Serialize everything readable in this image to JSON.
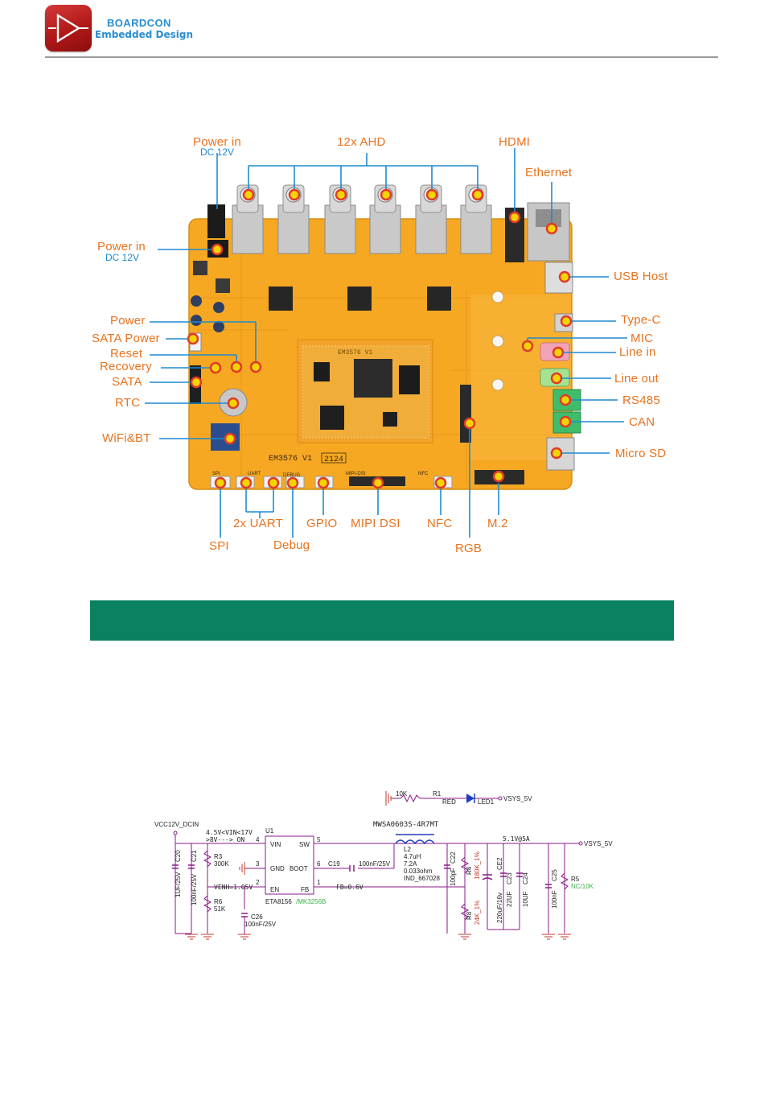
{
  "header": {
    "brand": "BOARDCON",
    "tagline": "Embedded Design",
    "logo_icon": "play-triangle-logo-icon"
  },
  "board": {
    "silkscreen": {
      "model": "EM3576 V1",
      "date": "2124",
      "module": "EM3576 V1",
      "debug": "DEBUG",
      "uart": "UART",
      "spi": "SPI",
      "mipi": "MIPI-DSI",
      "nfc": "NFC"
    },
    "colors": {
      "pcb": "#f6a823",
      "callout": "#e8731f",
      "sub": "#1f8ad0",
      "marker": "#f3d400"
    },
    "labels": {
      "power_in_top": "Power in",
      "power_in_top_sub": "DC 12V",
      "ahd": "12x AHD",
      "hdmi": "HDMI",
      "ethernet": "Ethernet",
      "power_in_left": "Power in",
      "power_in_left_sub": "DC 12V",
      "usb_host": "USB Host",
      "power": "Power",
      "type_c": "Type-C",
      "sata_power": "SATA Power",
      "mic": "MIC",
      "reset": "Reset",
      "line_in": "Line in",
      "recovery": "Recovery",
      "line_out": "Line out",
      "sata": "SATA",
      "rs485": "RS485",
      "rtc": "RTC",
      "can": "CAN",
      "wifi_bt": "WiFi&BT",
      "micro_sd": "Micro SD",
      "uart2x": "2x UART",
      "gpio": "GPIO",
      "mipi_dsi": "MIPI DSI",
      "nfc": "NFC",
      "m2": "M.2",
      "spi": "SPI",
      "debug": "Debug",
      "rgb": "RGB"
    }
  },
  "section_bar": {
    "color": "#0a8161"
  },
  "schematic": {
    "led": {
      "r_val": "10K",
      "r_ref": "R1",
      "color": "RED",
      "ref": "LED1",
      "net": "VSYS_5V"
    },
    "inductor_part": "MWSA0603S-4R7MT",
    "net_in": "VCC12V_DCIN",
    "net_out": "VSYS_5V",
    "vin_note": "4.5V<VIN<17V",
    "on_note": ">8V---> ON",
    "venh_note": "VENH=1.05V",
    "fb_note": "FB=0.6V",
    "out_note": "5.1V@5A",
    "ic": {
      "ref": "U1",
      "part": "ETA8156",
      "alt": "/MK3256B",
      "pins": [
        {
          "num": "4",
          "name": "VIN"
        },
        {
          "num": "5",
          "name": "SW"
        },
        {
          "num": "3",
          "name": "GND"
        },
        {
          "num": "6",
          "name": "BOOT"
        },
        {
          "num": "2",
          "name": "EN"
        },
        {
          "num": "1",
          "name": "FB"
        }
      ]
    },
    "parts": {
      "c20": {
        "ref": "C20",
        "val": "1UF/25V"
      },
      "c21": {
        "ref": "C21",
        "val": "100nF/25V"
      },
      "r3": {
        "ref": "R3",
        "val": "300K"
      },
      "r6": {
        "ref": "R6",
        "val": "51K"
      },
      "c26": {
        "ref": "C26",
        "val": "100nF/25V"
      },
      "c19": {
        "ref": "C19",
        "val": "100nF/25V"
      },
      "l2": {
        "ref": "L2",
        "val1": "4.7uH",
        "val2": "7.2A",
        "val3": "0.033ohm",
        "val4": "IND_667028"
      },
      "c22": {
        "ref": "C22",
        "val": "100pF"
      },
      "r4": {
        "ref": "R4",
        "val": "180K_1%"
      },
      "r8": {
        "ref": "R8",
        "val": "24K_1%"
      },
      "ce2": {
        "ref": "CE2",
        "val": "220uF/16v"
      },
      "c23": {
        "ref": "C23",
        "val": "22UF"
      },
      "c24": {
        "ref": "C24",
        "val": "10UF"
      },
      "c25": {
        "ref": "C25",
        "val": "100nF"
      },
      "r5": {
        "ref": "R5",
        "val": "NC/10K"
      }
    }
  }
}
